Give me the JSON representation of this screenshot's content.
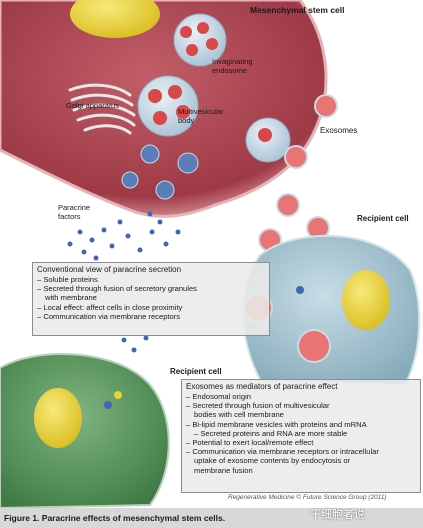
{
  "labels": {
    "msc_title": "Mesenchymal stem cell",
    "invaginating": "Invaginating\nendosome",
    "golgi": "Golgi apparatus",
    "mvb": "Multivesicular\nbody",
    "exosomes": "Exosomes",
    "paracrine_factors": "Paracrine\nfactors",
    "recipient_right": "Recipient cell",
    "recipient_left": "Recipient cell"
  },
  "conventional_box": {
    "title": "Conventional view of paracrine secretion",
    "items": [
      "– Soluble proteins",
      "– Secreted through fusion of secretory granules",
      "  with membrane",
      "– Local effect: affect cells in close proximity",
      "– Communication via membrane receptors"
    ]
  },
  "exosome_box": {
    "title": "Exosomes as mediators of paracrine effect",
    "items": [
      "– Endosomal origin",
      "– Secreted through fusion of multivesicular",
      "  bodies with cell membrane",
      "– Bi-lipid membrane vesicles with proteins and mRNA",
      "– Secreted proteins and RNA are more stable",
      "– Potential to exert local/remote effect",
      "– Communication via membrane receptors or intracellular",
      "  uptake of exosome contents by endocytosis or",
      "  membrane fusion"
    ]
  },
  "credit": "Regenerative Medicine © Future Science Group (2011)",
  "caption": "Figure 1. Paracrine effects of mesenchymal stem cells.",
  "watermark": "干细胞者说",
  "colors": {
    "msc_cell": "#b24a55",
    "msc_rim": "#d98a90",
    "nucleus": "#e8d23a",
    "recipient_right": "#a9c6d2",
    "recipient_left": "#5f9a62",
    "vesicle": "#c9dbe8",
    "exosome_core": "#d94848"
  }
}
